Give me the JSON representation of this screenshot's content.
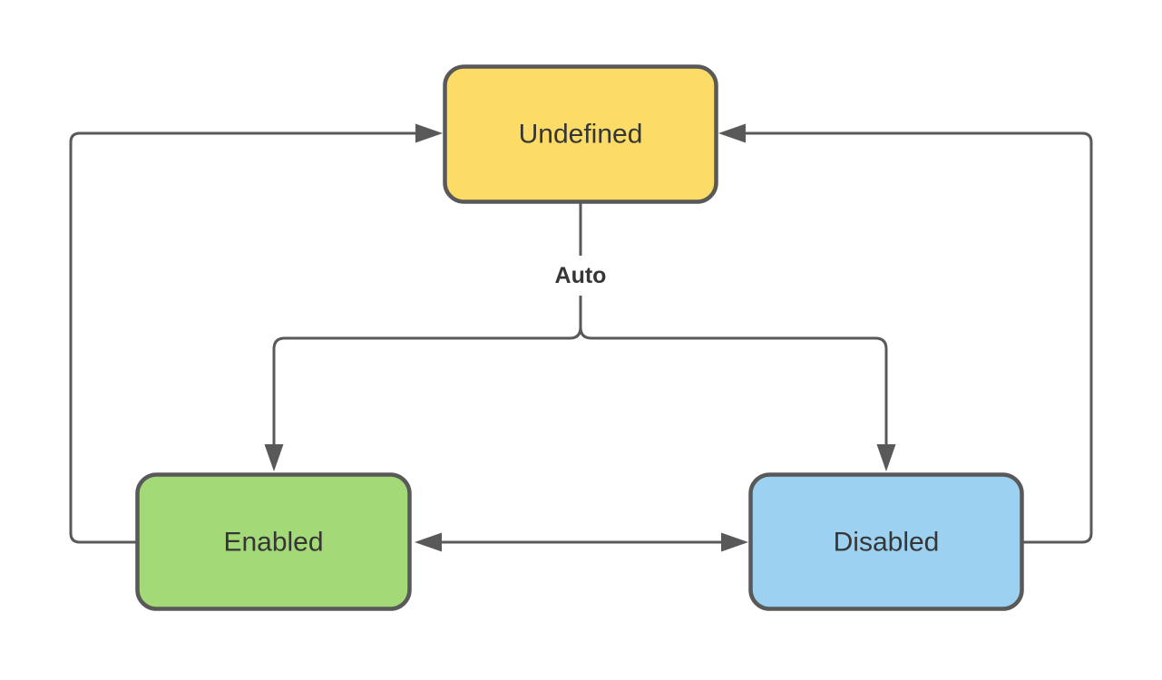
{
  "diagram": {
    "type": "state-diagram",
    "background": "#ffffff",
    "line_color": "#595959",
    "text_color": "#363636",
    "nodes": [
      {
        "id": "undefined",
        "label": "Undefined",
        "fill": "#FCDB67",
        "border": "#595959"
      },
      {
        "id": "enabled",
        "label": "Enabled",
        "fill": "#A3D977",
        "border": "#595959"
      },
      {
        "id": "disabled",
        "label": "Disabled",
        "fill": "#9DD1F1",
        "border": "#595959"
      }
    ],
    "edge_label": "Auto",
    "edges": [
      {
        "from": "undefined",
        "to": "enabled",
        "label": "Auto"
      },
      {
        "from": "undefined",
        "to": "disabled",
        "label": "Auto"
      },
      {
        "from": "enabled",
        "to": "undefined",
        "label": ""
      },
      {
        "from": "disabled",
        "to": "undefined",
        "label": ""
      },
      {
        "from": "enabled",
        "to": "disabled",
        "bidirectional": true,
        "label": ""
      }
    ]
  }
}
